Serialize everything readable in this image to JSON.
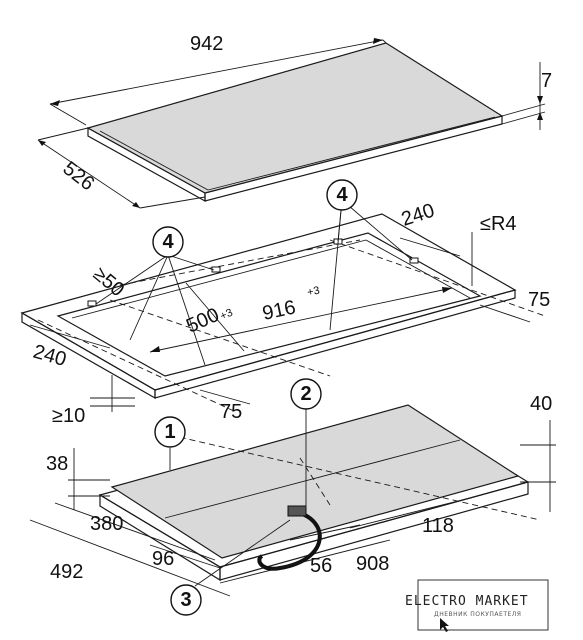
{
  "dimensions": {
    "width_total": "942",
    "thickness_top": "7",
    "depth_total": "526",
    "cutout_width": "916",
    "cutout_width_tol": "+3",
    "cutout_depth": "500",
    "cutout_depth_tol": "+3",
    "radius": "≤R4",
    "clear_240_right": "240",
    "clear_240_left": "240",
    "min_50": "≥50",
    "clear_75_right": "75",
    "clear_75_bottom": "75",
    "min_10": "≥10",
    "height_40": "40",
    "height_38": "38",
    "dim_380": "380",
    "dim_492": "492",
    "dim_96": "96",
    "dim_56": "56",
    "dim_118": "118",
    "dim_908": "908"
  },
  "callouts": {
    "c1": "1",
    "c2": "2",
    "c3": "3",
    "c4a": "4",
    "c4b": "4"
  },
  "logo": {
    "title": "ELECTRO MARKET",
    "subtitle": "ДНЕВНИК ПОКУПАЕТЕЛЯ"
  }
}
